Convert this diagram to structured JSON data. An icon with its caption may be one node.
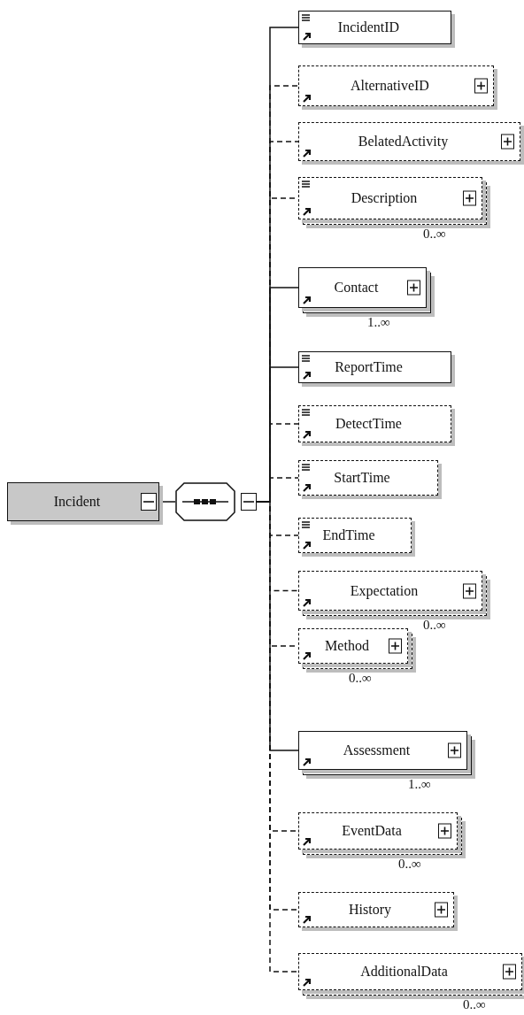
{
  "diagram": {
    "nodes": [
      {
        "text": [
          "Incident"
        ]
      },
      {
        "text": [],
        "shape": "octagon"
      },
      {
        "text": [
          "IncidentID"
        ]
      },
      {
        "text": [
          "AlternativeID"
        ]
      },
      {
        "text": [
          "BelatedActivity"
        ]
      },
      {
        "text": [
          "Description"
        ],
        "beside": [
          "0..∞"
        ]
      },
      {
        "text": [
          "Contact"
        ],
        "beside": [
          "1..∞"
        ]
      },
      {
        "text": [
          "ReportTime"
        ]
      },
      {
        "text": [
          "DetectTime"
        ]
      },
      {
        "text": [
          "StartTime"
        ]
      },
      {
        "text": [
          "EndTime"
        ]
      },
      {
        "text": [
          "Expectation"
        ],
        "beside": [
          "0..∞"
        ]
      },
      {
        "text": [
          "Method"
        ],
        "beside": [
          "0..∞"
        ]
      },
      {
        "text": [
          "Assessment"
        ],
        "beside": [
          "1..∞"
        ]
      },
      {
        "text": [
          "EventData"
        ],
        "beside": [
          "0..∞"
        ]
      },
      {
        "text": [
          "History"
        ]
      },
      {
        "text": [
          "AdditionalData"
        ],
        "beside": [
          "0..∞"
        ]
      }
    ],
    "edges": [
      {
        "from": 0,
        "to": 1,
        "arrow": "none"
      },
      {
        "from": 1,
        "to": 2,
        "arrow": "none"
      },
      {
        "from": 1,
        "to": 3,
        "arrow": "none",
        "style": "dashed"
      },
      {
        "from": 1,
        "to": 4,
        "arrow": "none",
        "style": "dashed"
      },
      {
        "from": 1,
        "to": 5,
        "arrow": "none",
        "style": "dashed"
      },
      {
        "from": 1,
        "to": 6,
        "arrow": "none"
      },
      {
        "from": 1,
        "to": 7,
        "arrow": "none"
      },
      {
        "from": 1,
        "to": 8,
        "arrow": "none",
        "style": "dashed"
      },
      {
        "from": 1,
        "to": 9,
        "arrow": "none",
        "style": "dashed"
      },
      {
        "from": 1,
        "to": 10,
        "arrow": "none",
        "style": "dashed"
      },
      {
        "from": 1,
        "to": 11,
        "arrow": "none",
        "style": "dashed"
      },
      {
        "from": 1,
        "to": 12,
        "arrow": "none",
        "style": "dashed"
      },
      {
        "from": 1,
        "to": 13,
        "arrow": "none"
      },
      {
        "from": 1,
        "to": 14,
        "arrow": "none",
        "style": "dashed"
      },
      {
        "from": 1,
        "to": 15,
        "arrow": "none",
        "style": "dashed"
      },
      {
        "from": 1,
        "to": 16,
        "arrow": "none",
        "style": "dashed"
      }
    ]
  }
}
